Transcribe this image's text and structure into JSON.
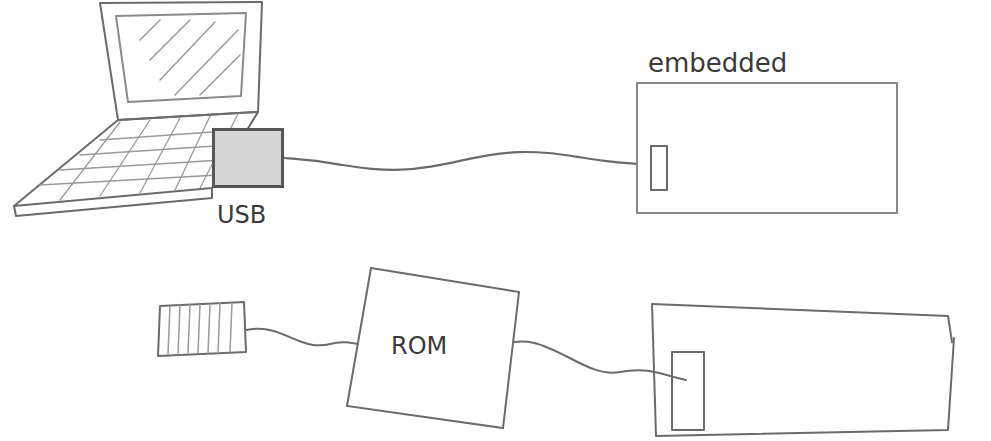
{
  "diagram": {
    "nodes": [
      {
        "text": [
          "USB"
        ]
      },
      {
        "text": [
          "embedded"
        ]
      },
      {
        "text": [
          "ROM"
        ]
      }
    ],
    "edges": [
      {
        "from": 0,
        "to": 1,
        "arrow": "none"
      }
    ]
  }
}
